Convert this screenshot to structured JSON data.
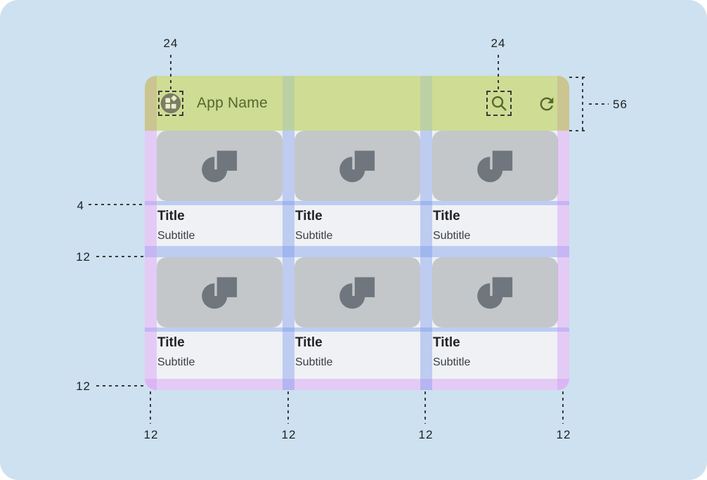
{
  "app": {
    "name": "App Name",
    "nav_icon": "app-logo-icon",
    "action_icons": [
      "search-icon",
      "refresh-icon"
    ]
  },
  "cards": [
    {
      "title": "Title",
      "subtitle": "Subtitle"
    },
    {
      "title": "Title",
      "subtitle": "Subtitle"
    },
    {
      "title": "Title",
      "subtitle": "Subtitle"
    },
    {
      "title": "Title",
      "subtitle": "Subtitle"
    },
    {
      "title": "Title",
      "subtitle": "Subtitle"
    },
    {
      "title": "Title",
      "subtitle": "Subtitle"
    }
  ],
  "annotations": {
    "nav_icon_size": "24",
    "action_icon_size": "24",
    "app_bar_height": "56",
    "image_text_gap": "4",
    "row_gap": "12",
    "bottom_margin_left_label": "12",
    "left_margin": "12",
    "gutter_1": "12",
    "gutter_2": "12",
    "right_margin": "12"
  },
  "colors": {
    "background": "#CDE1F0",
    "surface": "#EFF1F5",
    "app_bar_highlight": "#CEDC94",
    "app_bar_text": "#55672E",
    "margin_overlay": "#E2CDF4",
    "gutter_overlay": "#BFCDF1",
    "card_image": "#C3C7CA",
    "placeholder_icon": "#6F767D"
  }
}
